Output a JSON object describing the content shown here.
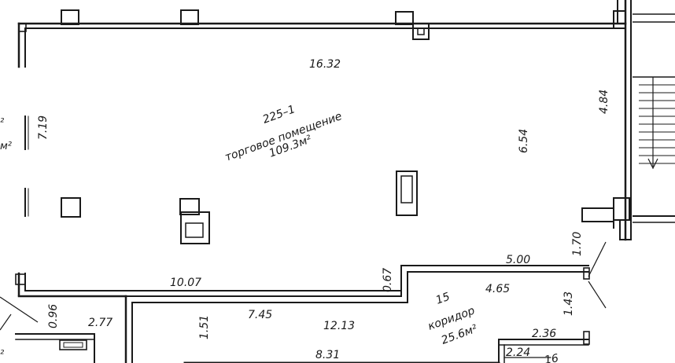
{
  "plan": {
    "rooms": [
      {
        "number": "225–1",
        "name": "торговое помещение",
        "area": "109.3м²"
      },
      {
        "number": "15",
        "name": "коридор",
        "area": "25.6м²"
      }
    ],
    "left_fragments": {
      "top": "²",
      "mid": "м²",
      "bottom": "²"
    },
    "dimensions": {
      "top_width": "16.32",
      "right_height": "4.84",
      "inner_height": "6.54",
      "left_height": "7.19",
      "bottom_left_width": "10.07",
      "step_height": "0.67",
      "corridor_top_width": "5.00",
      "corridor_inner_width": "4.65",
      "door_right_1": "1.70",
      "door_right_2": "1.43",
      "small_left_height": "0.96",
      "small_left_width": "2.77",
      "corridor_left_width": "7.45",
      "corridor_left_height": "1.51",
      "corridor_mid_width": "12.13",
      "corridor_bottom_width": "8.31",
      "right_room_width_1": "2.36",
      "right_room_width_2": "2.24",
      "right_room_number": "16"
    }
  }
}
